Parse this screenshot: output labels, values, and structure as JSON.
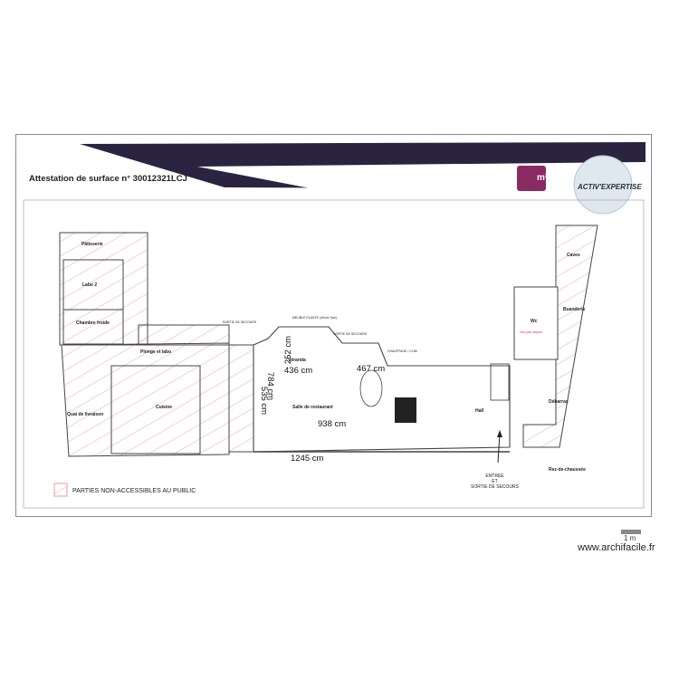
{
  "header": {
    "title": "Attestation de surface  n° 30012321LCJ",
    "m2_logo": "m²",
    "brand": "ACTIV'EXPERTISE"
  },
  "rooms": {
    "patisserie": "Pâtisserie",
    "labo2": "Labo 2",
    "chambre_froide": "Chambre froide",
    "plonge_labo": "Plonge et labo",
    "quai": "Quai de livraison",
    "cuisine": "Cuisine",
    "veranda": "Véranda",
    "salle": "Salle de restaurant",
    "hall": "Hall",
    "wc": "Wc",
    "wc_note": "Voir plan séparé",
    "caves": "Caves",
    "buanderie": "Buanderie",
    "debarras": "Débarras",
    "rdc": "Rez-de-chaussée"
  },
  "small_labels": {
    "sortie1": "SORTIE DE SECOURS",
    "meuble": "MEUBLE PLANTE (40cm/ 3cm)",
    "sortie2": "SORTIE DE SECOURS",
    "chauffage": "CHAUFFAGE / CLIM"
  },
  "dimensions": {
    "d252": "252 cm",
    "d436": "436 cm",
    "d467": "467 cm",
    "d784": "784 cm",
    "d535": "535 cm",
    "d938": "938 cm",
    "d1245": "1245 cm"
  },
  "entrance": "ENTREE\nET\nSORTIE DE SECOURS",
  "legend": "PARTIES NON-ACCESSIBLES AU PUBLIC",
  "scale": "1 m",
  "site": "www.archifacile.fr"
}
